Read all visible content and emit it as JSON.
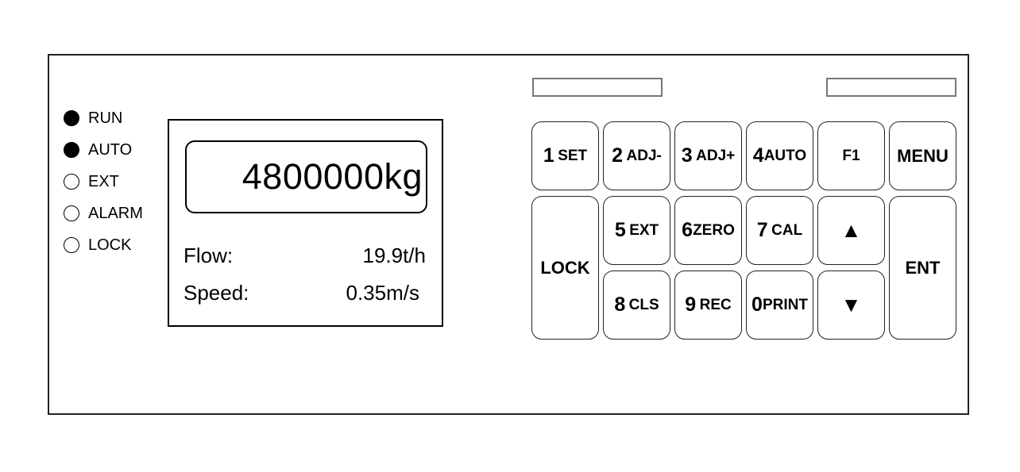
{
  "leds": [
    {
      "label": "RUN",
      "on": true
    },
    {
      "label": "AUTO",
      "on": true
    },
    {
      "label": "EXT",
      "on": false
    },
    {
      "label": "ALARM",
      "on": false
    },
    {
      "label": "LOCK",
      "on": false
    }
  ],
  "display": {
    "total": "4800000kg",
    "flow_label": "Flow:",
    "flow_value": "19.9t/h",
    "speed_label": "Speed:",
    "speed_value": "0.35m/s"
  },
  "keys": {
    "k1": {
      "num": "1",
      "sub": "SET"
    },
    "k2": {
      "num": "2",
      "sub": "ADJ-"
    },
    "k3": {
      "num": "3",
      "sub": "ADJ+"
    },
    "k4": {
      "num": "4",
      "sub": "AUTO"
    },
    "f1": {
      "label": "F1"
    },
    "menu": {
      "label": "MENU"
    },
    "lock": {
      "label": "LOCK"
    },
    "k5": {
      "num": "5",
      "sub": "EXT"
    },
    "k6": {
      "num": "6",
      "sub": "ZERO"
    },
    "k7": {
      "num": "7",
      "sub": "CAL"
    },
    "up": {
      "label": "▲"
    },
    "ent": {
      "label": "ENT"
    },
    "k8": {
      "num": "8",
      "sub": "CLS"
    },
    "k9": {
      "num": "9",
      "sub": "REC"
    },
    "k0": {
      "num": "0",
      "sub": "PRINT"
    },
    "down": {
      "label": "▼"
    }
  }
}
